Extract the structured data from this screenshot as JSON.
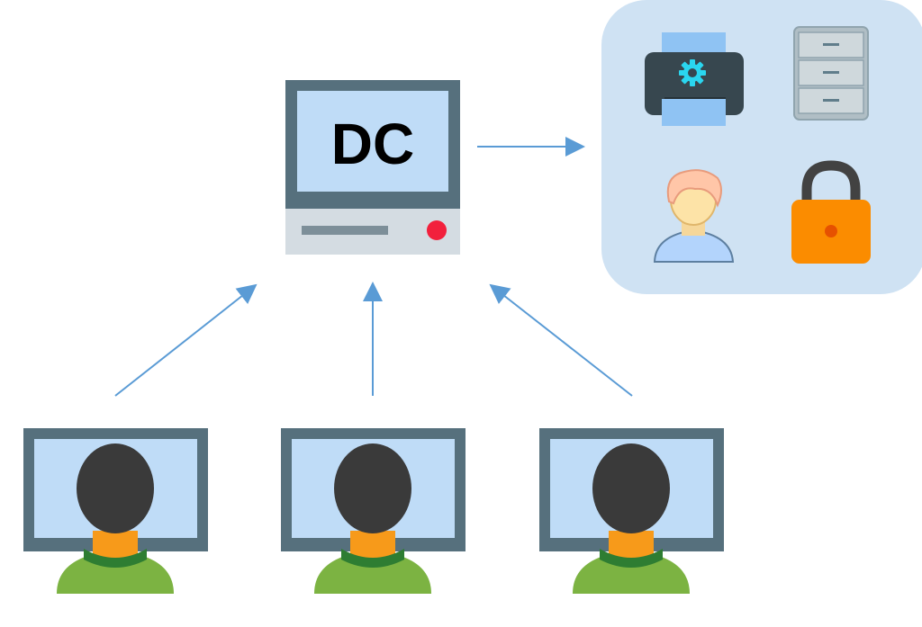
{
  "dc": {
    "label": "DC",
    "led_color": "#f2203c",
    "screen_color": "#bfdcf7",
    "frame_color": "#56707d"
  },
  "resources": {
    "panel_color": "#cfe2f3",
    "items": [
      {
        "name": "printer",
        "icon": "printer-icon",
        "accent": "#2ad6ef"
      },
      {
        "name": "file-cabinet",
        "icon": "file-cabinet-icon"
      },
      {
        "name": "user",
        "icon": "user-icon"
      },
      {
        "name": "lock",
        "icon": "lock-icon",
        "accent": "#fb8c00"
      }
    ]
  },
  "clients": [
    {
      "name": "client-1",
      "icon": "user-at-computer-icon"
    },
    {
      "name": "client-2",
      "icon": "user-at-computer-icon"
    },
    {
      "name": "client-3",
      "icon": "user-at-computer-icon"
    }
  ],
  "colors": {
    "arrow": "#5a9bd5",
    "person_head": "#3a3a3a",
    "person_neck": "#f79a1a",
    "person_shirt": "#7cb342"
  }
}
